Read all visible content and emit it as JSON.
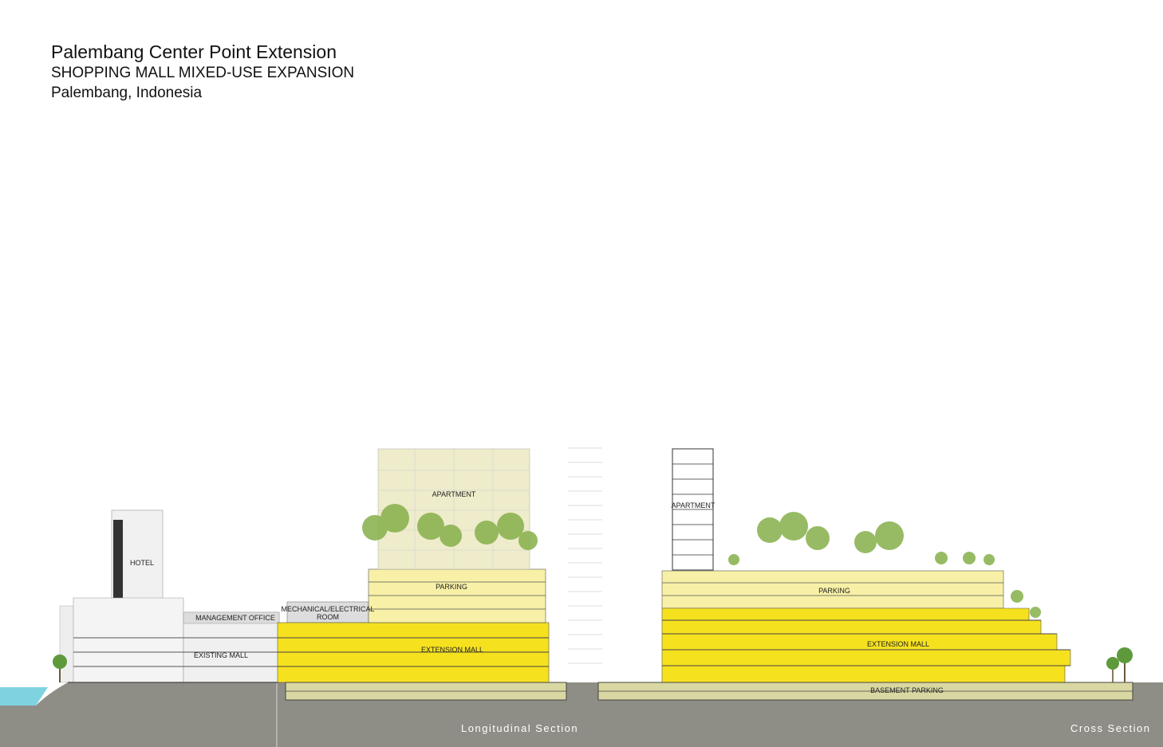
{
  "header": {
    "title": "Palembang Center Point Extension",
    "subtitle": "SHOPPING MALL MIXED-USE EXPANSION",
    "location": "Palembang, Indonesia"
  },
  "longitudinal": {
    "caption": "Longitudinal Section",
    "labels": {
      "hotel": "HOTEL",
      "management_office": "MANAGEMENT OFFICE",
      "mechanical": "MECHANICAL/ELECTRICAL",
      "mechanical_room": "ROOM",
      "existing_mall": "EXISTING MALL",
      "apartment": "APARTMENT",
      "parking": "PARKING",
      "extension_mall": "EXTENSION MALL"
    }
  },
  "cross": {
    "caption": "Cross Section",
    "labels": {
      "apartment": "APARTMENT",
      "parking": "PARKING",
      "extension_mall": "EXTENSION MALL",
      "basement_parking": "BASEMENT PARKING"
    }
  },
  "colors": {
    "ground": "#8e8e86",
    "yellow": "#f6e11e",
    "pale_yellow": "#f7f0a6",
    "apartment": "#eeeccb",
    "water": "#7fd3e0",
    "tree": "#86b04a"
  }
}
